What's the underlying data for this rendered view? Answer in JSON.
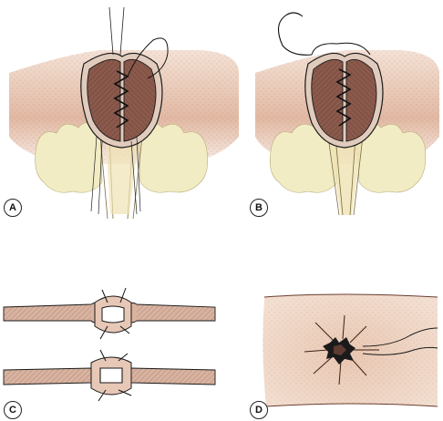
{
  "panels": [
    {
      "id": "A",
      "label": "A"
    },
    {
      "id": "B",
      "label": "B"
    },
    {
      "id": "C",
      "label": "C"
    },
    {
      "id": "D",
      "label": "D"
    }
  ],
  "colors": {
    "skin": "#e7c8b6",
    "skin_shade": "#c9937c",
    "mucosa": "#8b5a4c",
    "mucosa_dark": "#5a3328",
    "fat": "#f2ecc4",
    "ink": "#1a1a1a",
    "tissue_band": "#d9b3a0"
  }
}
